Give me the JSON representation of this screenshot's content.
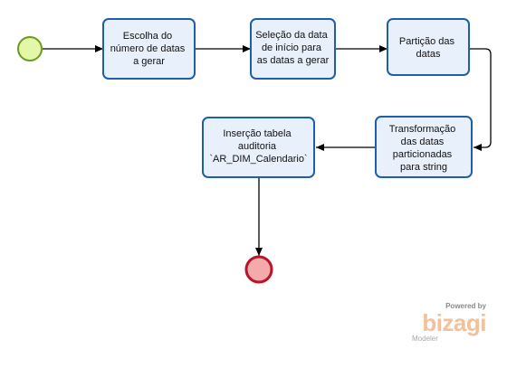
{
  "diagram": {
    "start_event": {
      "color": "#e4f7a8"
    },
    "end_event": {
      "color": "#f2aaaa"
    },
    "tasks": [
      {
        "lines": [
          "Escolha do",
          "número de datas",
          "a gerar"
        ]
      },
      {
        "lines": [
          "Seleção da data",
          "de início para",
          "as datas a gerar"
        ]
      },
      {
        "lines": [
          "Partição das",
          "datas"
        ]
      },
      {
        "lines": [
          "Transformação",
          "das datas",
          "particionadas",
          "para string"
        ]
      },
      {
        "lines": [
          "Inserção tabela",
          "auditoria",
          "`AR_DIM_Calendario`"
        ]
      }
    ],
    "accent_color": "#1f5ea8",
    "task_fill": "#e8f0fb"
  },
  "watermark": {
    "powered": "Powered by",
    "brand": "bizagi",
    "product": "Modeler"
  }
}
